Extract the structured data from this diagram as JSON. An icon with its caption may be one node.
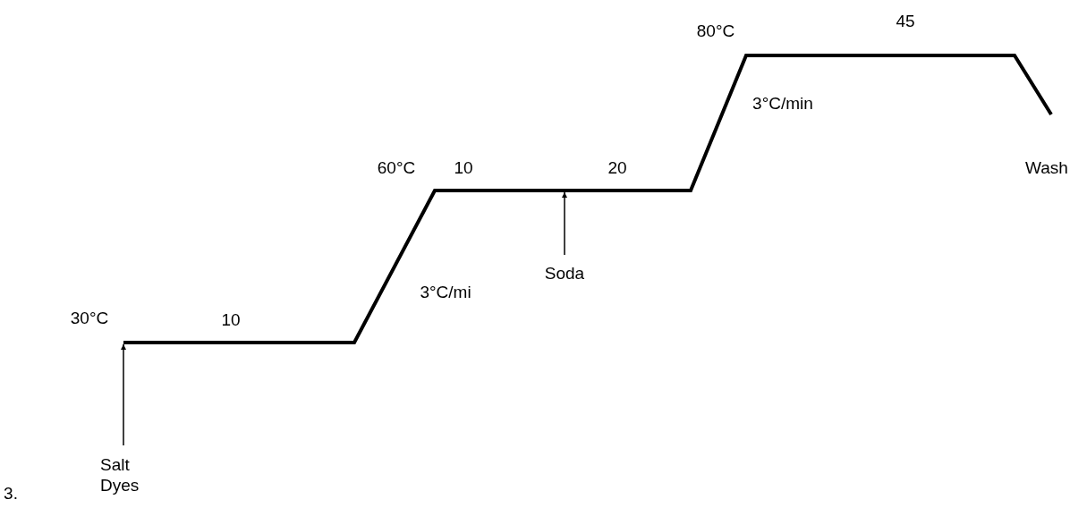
{
  "diagram": {
    "nodes": [
      {
        "text": [
          "Salt Dyes"
        ]
      },
      {
        "text": [
          "Soda"
        ]
      }
    ],
    "edges": [
      {
        "from": 0,
        "to": null,
        "arrow": "to"
      },
      {
        "from": 1,
        "to": null,
        "arrow": "to"
      }
    ],
    "labels": [
      "45",
      "80°C",
      "3°C/min",
      "60°C",
      "10",
      "20",
      "Wash",
      "3°C/mi",
      "30°C",
      "10",
      "3."
    ]
  }
}
